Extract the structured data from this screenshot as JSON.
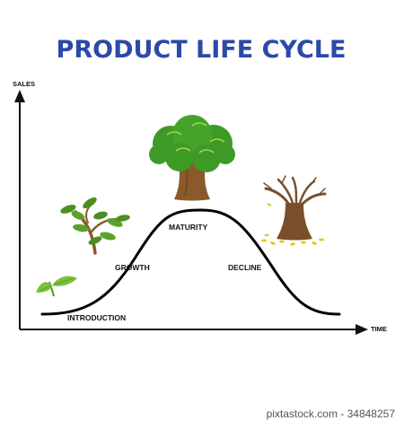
{
  "title": "PRODUCT LIFE CYCLE",
  "axes": {
    "y_label": "SALES",
    "x_label": "TIME"
  },
  "stages": {
    "introduction": "INTRODUCTION",
    "growth": "GROWTH",
    "maturity": "MATURITY",
    "decline": "DECLINE"
  },
  "watermark": {
    "credit": "pixtastock.com - 34848257"
  },
  "colors": {
    "title": "#2b4aa8",
    "curve": "#000000",
    "leaf": "#6ab32e",
    "leaf_dark": "#3e8a1c",
    "trunk": "#8a5a2b",
    "dead_trunk": "#7a4f2a",
    "yellow_leaf": "#e6c619"
  },
  "icons": {
    "introduction": "seedling-icon",
    "growth": "young-branch-icon",
    "maturity": "full-tree-icon",
    "decline": "bare-tree-icon"
  }
}
